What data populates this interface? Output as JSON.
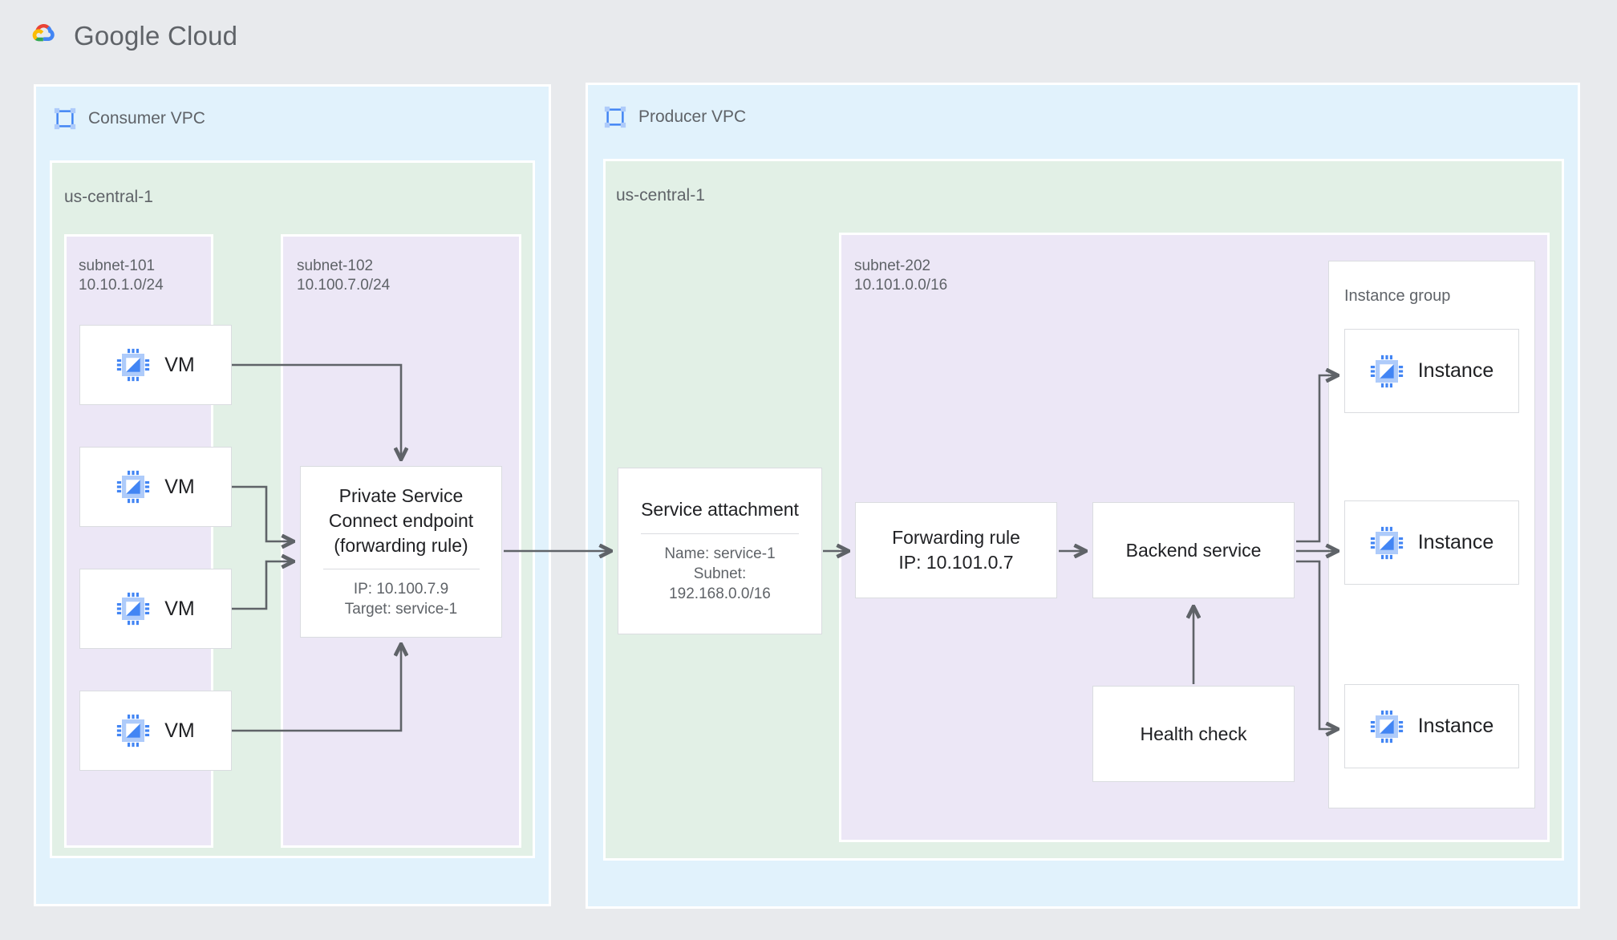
{
  "brand": {
    "name": "Google Cloud",
    "logo_icon": "google-cloud-logo"
  },
  "consumer_vpc": {
    "title": "Consumer VPC",
    "icon": "vpc-icon",
    "region": {
      "title": "us-central-1"
    },
    "subnets": [
      {
        "id": "subnet-101",
        "label": "subnet-101\n10.10.1.0/24",
        "name": "subnet-101",
        "cidr": "10.10.1.0/24"
      },
      {
        "id": "subnet-102",
        "label": "subnet-102\n10.100.7.0/24",
        "name": "subnet-102",
        "cidr": "10.100.7.0/24"
      }
    ],
    "vms": [
      {
        "label": "VM",
        "icon": "vm-chip-icon"
      },
      {
        "label": "VM",
        "icon": "vm-chip-icon"
      },
      {
        "label": "VM",
        "icon": "vm-chip-icon"
      },
      {
        "label": "VM",
        "icon": "vm-chip-icon"
      }
    ],
    "psc_endpoint": {
      "title": "Private Service\nConnect endpoint\n(forwarding rule)",
      "meta": "IP: 10.100.7.9\nTarget: service-1",
      "ip": "10.100.7.9",
      "target": "service-1"
    }
  },
  "producer_vpc": {
    "title": "Producer VPC",
    "icon": "vpc-icon",
    "region": {
      "title": "us-central-1"
    },
    "service_attachment": {
      "title": "Service attachment",
      "meta": "Name: service-1\nSubnet:\n192.168.0.0/16",
      "name": "service-1",
      "subnet": "192.168.0.0/16"
    },
    "subnet": {
      "label": "subnet-202\n10.101.0.0/16",
      "name": "subnet-202",
      "cidr": "10.101.0.0/16"
    },
    "forwarding_rule": {
      "title": "Forwarding rule\nIP: 10.101.0.7",
      "ip": "10.101.0.7"
    },
    "backend_service": {
      "title": "Backend service"
    },
    "health_check": {
      "title": "Health check"
    },
    "instance_group": {
      "title": "Instance group",
      "instances": [
        {
          "label": "Instance",
          "icon": "vm-chip-icon"
        },
        {
          "label": "Instance",
          "icon": "vm-chip-icon"
        },
        {
          "label": "Instance",
          "icon": "vm-chip-icon"
        }
      ]
    }
  },
  "colors": {
    "page_bg": "#e8eaed",
    "vpc_bg": "#e1f2fc",
    "region_bg": "#e2f0e6",
    "subnet_bg": "#ece7f6",
    "card_bg": "#ffffff",
    "border": "#dadce0",
    "text_primary": "#202124",
    "text_secondary": "#5f6368",
    "connector": "#5f6368",
    "accent_blue": "#4285f4",
    "accent_red": "#ea4335",
    "accent_yellow": "#fbbc04",
    "accent_green": "#34a853"
  }
}
